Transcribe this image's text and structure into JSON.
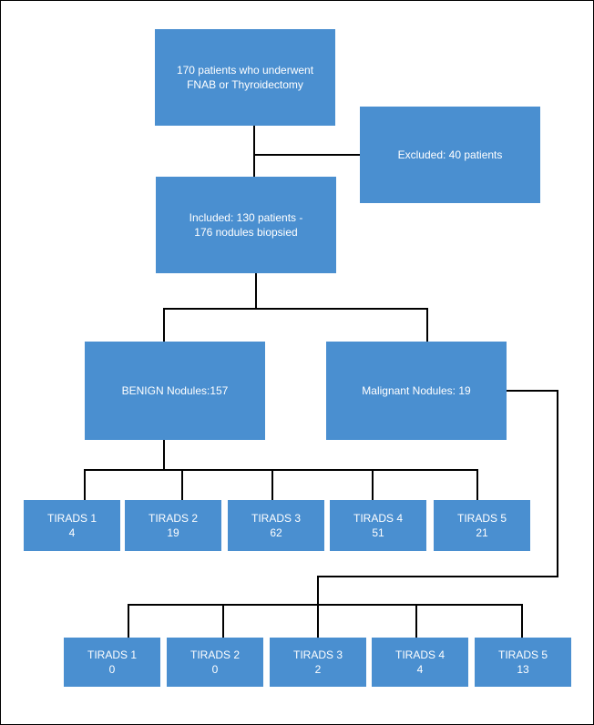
{
  "top": {
    "line1": "170 patients who underwent",
    "line2": "FNAB or Thyroidectomy"
  },
  "excluded": {
    "text": "Excluded: 40 patients"
  },
  "included": {
    "line1": "Included: 130 patients -",
    "line2": "176 nodules biopsied"
  },
  "benign": {
    "text": "BENIGN Nodules:157"
  },
  "malignant": {
    "text": "Malignant Nodules: 19"
  },
  "benign_tirads": [
    {
      "label": "TIRADS 1",
      "count": "4"
    },
    {
      "label": "TIRADS 2",
      "count": "19"
    },
    {
      "label": "TIRADS 3",
      "count": "62"
    },
    {
      "label": "TIRADS 4",
      "count": "51"
    },
    {
      "label": "TIRADS  5",
      "count": "21"
    }
  ],
  "malignant_tirads": [
    {
      "label": "TIRADS 1",
      "count": "0"
    },
    {
      "label": "TIRADS  2",
      "count": "0"
    },
    {
      "label": "TIRADS 3",
      "count": "2"
    },
    {
      "label": "TIRADS 4",
      "count": "4"
    },
    {
      "label": "TIRADS 5",
      "count": "13"
    }
  ],
  "colors": {
    "box": "#4A8FD0",
    "line": "#000000",
    "text": "#ffffff"
  }
}
